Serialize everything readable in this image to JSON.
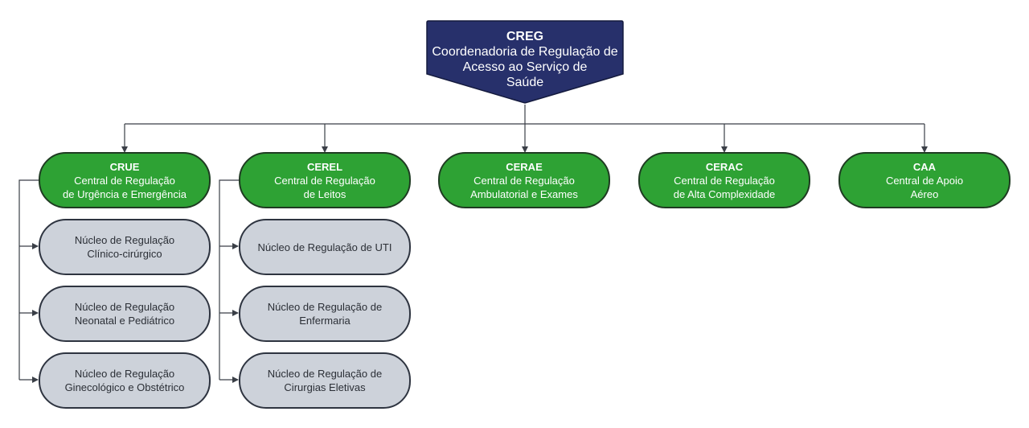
{
  "root": {
    "code": "CREG",
    "lines": [
      "Coordenadoria de Regulação de",
      "Acesso ao Serviço de",
      "Saúde"
    ],
    "color": "#27306b"
  },
  "centrals": [
    {
      "code": "CRUE",
      "lines": [
        "Central de Regulação",
        "de Urgência e Emergência"
      ]
    },
    {
      "code": "CEREL",
      "lines": [
        "Central de Regulação",
        "de Leitos"
      ]
    },
    {
      "code": "CERAE",
      "lines": [
        "Central de Regulação",
        "Ambulatorial e Exames"
      ]
    },
    {
      "code": "CERAC",
      "lines": [
        "Central de Regulação",
        "de Alta Complexidade"
      ]
    },
    {
      "code": "CAA",
      "lines": [
        "Central de Apoio",
        "Aéreo"
      ]
    }
  ],
  "crue_units": [
    {
      "lines": [
        "Núcleo de Regulação",
        "Clínico-cirúrgico"
      ]
    },
    {
      "lines": [
        "Núcleo de Regulação",
        "Neonatal e Pediátrico"
      ]
    },
    {
      "lines": [
        "Núcleo de Regulação",
        "Ginecológico e Obstétrico"
      ]
    }
  ],
  "cerel_units": [
    {
      "lines": [
        "Núcleo de Regulação de UTI"
      ]
    },
    {
      "lines": [
        "Núcleo de Regulação de",
        "Enfermaria"
      ]
    },
    {
      "lines": [
        "Núcleo de Regulação de",
        "Cirurgias Eletivas"
      ]
    }
  ],
  "colors": {
    "central": "#2ea234",
    "unit": "#cdd2da",
    "line": "#3a3f47"
  }
}
